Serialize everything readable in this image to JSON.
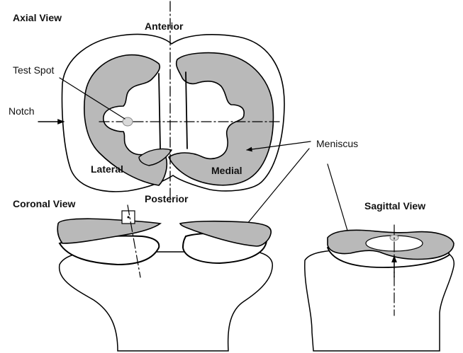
{
  "labels": {
    "axial_view": "Axial View",
    "anterior": "Anterior",
    "test_spot": "Test Spot",
    "notch": "Notch",
    "lateral": "Lateral",
    "medial": "Medial",
    "posterior": "Posterior",
    "meniscus": "Meniscus",
    "coronal_view": "Coronal View",
    "sagittal_view": "Sagittal View"
  },
  "colors": {
    "meniscus_fill": "#b9b9b9",
    "outline": "#000000",
    "background": "#ffffff"
  }
}
